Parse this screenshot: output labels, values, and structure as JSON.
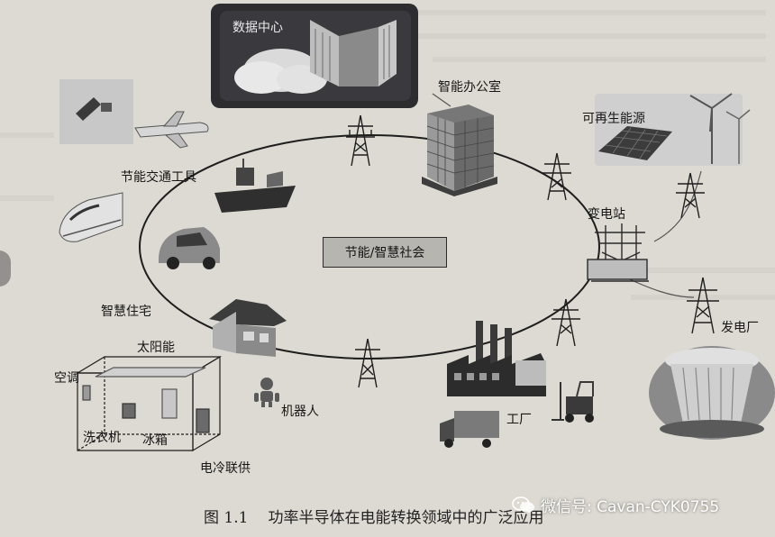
{
  "diagram": {
    "center_label": "节能/智慧社会",
    "nodes": {
      "data_center": "数据中心",
      "smart_office": "智能办公室",
      "renewable_energy": "可再生能源",
      "substation": "变电站",
      "power_plant": "发电厂",
      "factory": "工厂",
      "robot": "机器人",
      "smart_home": "智慧住宅",
      "solar": "太阳能",
      "air_conditioner": "空调",
      "washing_machine": "洗衣机",
      "refrigerator": "冰箱",
      "chp": "电冷联供",
      "transport": "节能交通工具"
    }
  },
  "caption": {
    "figure_number": "图 1.1",
    "text": "功率半导体在电能转换领域中的广泛应用"
  },
  "watermark": {
    "text": "微信号: Cavan-CYK0755",
    "icon": "wechat-icon"
  },
  "colors": {
    "page": "#dcdad2",
    "ink": "#1e1e1e",
    "center_box": "#b6b5b0"
  }
}
